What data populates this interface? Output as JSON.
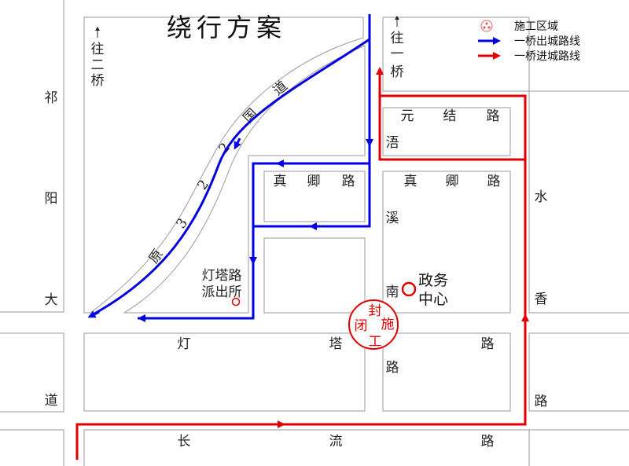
{
  "title": "绕行方案",
  "legend": {
    "construction_area": "施工区域",
    "outbound_route": "一桥出城路线",
    "inbound_route": "一桥进城路线",
    "colors": {
      "outbound": "#0000e0",
      "inbound": "#e00000",
      "road_edge": "#9a9a9a"
    }
  },
  "directions": {
    "to_bridge_2": [
      "往",
      "二",
      "桥"
    ],
    "to_bridge_1": [
      "往",
      "一",
      "桥"
    ]
  },
  "roads": {
    "qiyang_dadao": [
      "祁",
      "阳",
      "大",
      "道"
    ],
    "shuixiang_lu": [
      "水",
      "香",
      "路"
    ],
    "wuxi_nanlu": [
      "浯",
      "溪",
      "南",
      "路"
    ],
    "yuanjie_lu": [
      "元",
      "结",
      "路"
    ],
    "zhenqing_lu_west": [
      "真",
      "卿",
      "路"
    ],
    "zhenqing_lu_east": [
      "真",
      "卿",
      "路"
    ],
    "dengta_lu": [
      "灯",
      "塔",
      "路"
    ],
    "changliu_lu": [
      "长",
      "流",
      "路"
    ],
    "former_322": [
      "原",
      "3",
      "2",
      "2",
      "国",
      "道"
    ]
  },
  "places": {
    "police_station": [
      "灯塔路",
      "派出所"
    ],
    "gov_center": [
      "政务",
      "中心"
    ]
  },
  "closure": [
    "封",
    "施",
    "闭",
    "工"
  ]
}
